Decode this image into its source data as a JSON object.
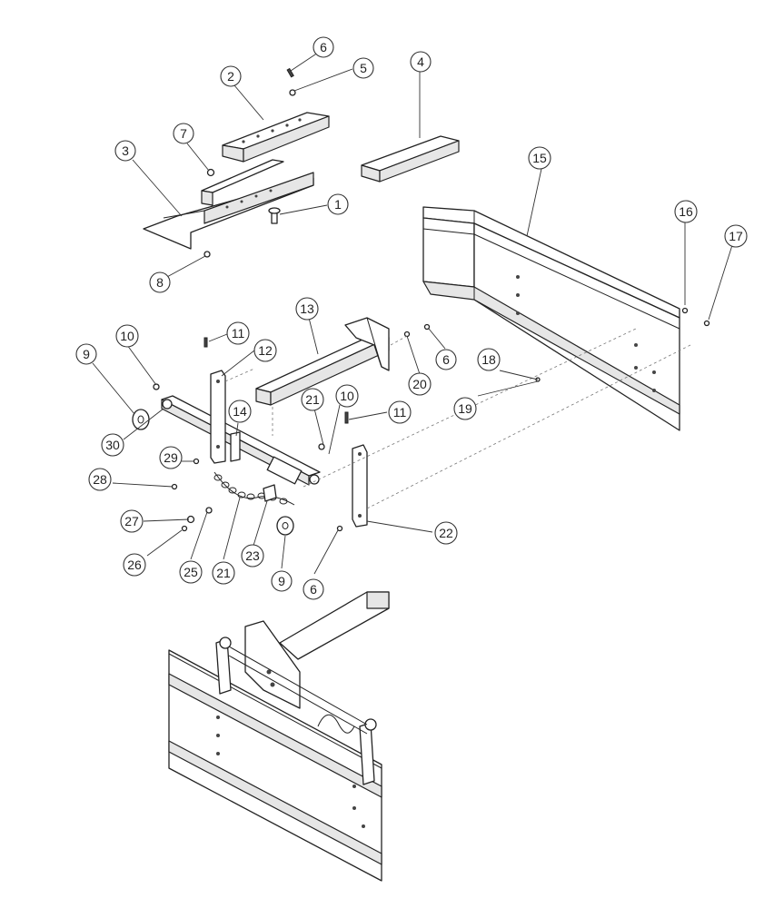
{
  "callouts": [
    {
      "id": "c6a",
      "label": "6"
    },
    {
      "id": "c5",
      "label": "5"
    },
    {
      "id": "c4",
      "label": "4"
    },
    {
      "id": "c2",
      "label": "2"
    },
    {
      "id": "c7",
      "label": "7"
    },
    {
      "id": "c3",
      "label": "3"
    },
    {
      "id": "c1",
      "label": "1"
    },
    {
      "id": "c8",
      "label": "8"
    },
    {
      "id": "c15",
      "label": "15"
    },
    {
      "id": "c16",
      "label": "16"
    },
    {
      "id": "c17",
      "label": "17"
    },
    {
      "id": "c13",
      "label": "13"
    },
    {
      "id": "c10a",
      "label": "10"
    },
    {
      "id": "c11a",
      "label": "11"
    },
    {
      "id": "c12",
      "label": "12"
    },
    {
      "id": "c9a",
      "label": "9"
    },
    {
      "id": "c6b",
      "label": "6"
    },
    {
      "id": "c20",
      "label": "20"
    },
    {
      "id": "c18",
      "label": "18"
    },
    {
      "id": "c19",
      "label": "19"
    },
    {
      "id": "c21a",
      "label": "21"
    },
    {
      "id": "c10b",
      "label": "10"
    },
    {
      "id": "c11b",
      "label": "11"
    },
    {
      "id": "c14",
      "label": "14"
    },
    {
      "id": "c30",
      "label": "30"
    },
    {
      "id": "c29",
      "label": "29"
    },
    {
      "id": "c28",
      "label": "28"
    },
    {
      "id": "c27",
      "label": "27"
    },
    {
      "id": "c26",
      "label": "26"
    },
    {
      "id": "c25",
      "label": "25"
    },
    {
      "id": "c21b",
      "label": "21"
    },
    {
      "id": "c23",
      "label": "23"
    },
    {
      "id": "c9b",
      "label": "9"
    },
    {
      "id": "c6c",
      "label": "6"
    },
    {
      "id": "c22",
      "label": "22"
    }
  ]
}
